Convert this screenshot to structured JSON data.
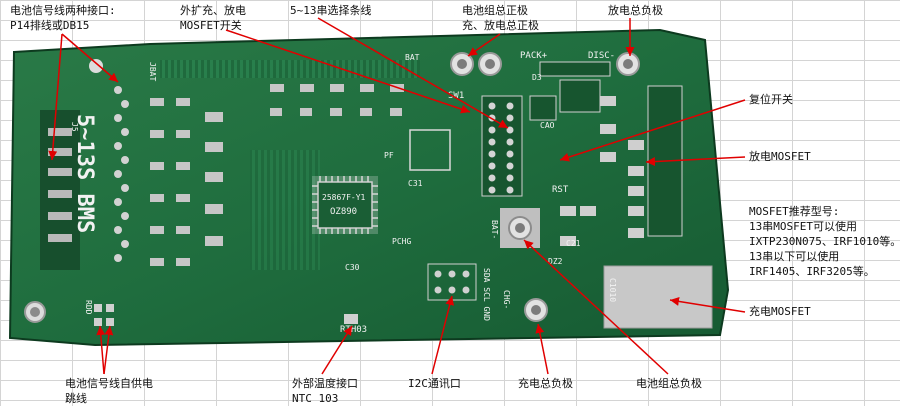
{
  "annotations": {
    "signal_port": [
      "电池信号线两种接口:",
      "P14排线或DB15"
    ],
    "ext_mosfet": [
      "外扩充、放电",
      "MOSFET开关"
    ],
    "series_select": [
      "5~13串选择条线"
    ],
    "pack_positive": [
      "电池组总正极",
      "充、放电总正极"
    ],
    "discharge_neg": [
      "放电总负极"
    ],
    "reset_switch": [
      "复位开关"
    ],
    "discharge_mosfet": [
      "放电MOSFET"
    ],
    "mosfet_models": [
      "MOSFET推荐型号:",
      "13串MOSFET可以使用",
      "IXTP230N075、IRF1010等。",
      "13串以下可以使用",
      "IRF1405、IRF3205等。"
    ],
    "charge_mosfet": [
      "充电MOSFET"
    ],
    "self_power": [
      "电池信号线自供电",
      "跳线"
    ],
    "temp_port": [
      "外部温度接口",
      "NTC 103"
    ],
    "i2c_port": [
      "I2C通讯口"
    ],
    "charge_neg": [
      "充电总负极"
    ],
    "pack_negative": [
      "电池组总负极"
    ]
  },
  "board_silkscreen": {
    "product": "5~13S BMS",
    "ic_line1": "25867F-Y1",
    "ic_line2": "OZ890",
    "pack_plus": "PACK+",
    "disc_minus": "DISC-",
    "bat": "BAT",
    "bat_minus": "BAT-",
    "chg_minus": "CHG-",
    "sw1": "SW1",
    "rst": "RST",
    "sda_scl_gnd": "SDA SCL GND",
    "pchg": "PCHG",
    "rth03": "RTH03",
    "j5": "J5",
    "jbat": "JBAT",
    "c31": "C31",
    "c30": "C30",
    "c21": "C21",
    "c10": "C1010",
    "cao": "CAO",
    "d3": "D3",
    "dz2": "DZ2",
    "pf": "PF",
    "rdd": "RDD"
  },
  "colors": {
    "board": "#1f6d3e",
    "board_dark": "#14502c",
    "copper_pad": "#c9c9c9",
    "arrow": "#e00000",
    "grid": "#d4d4d4"
  }
}
